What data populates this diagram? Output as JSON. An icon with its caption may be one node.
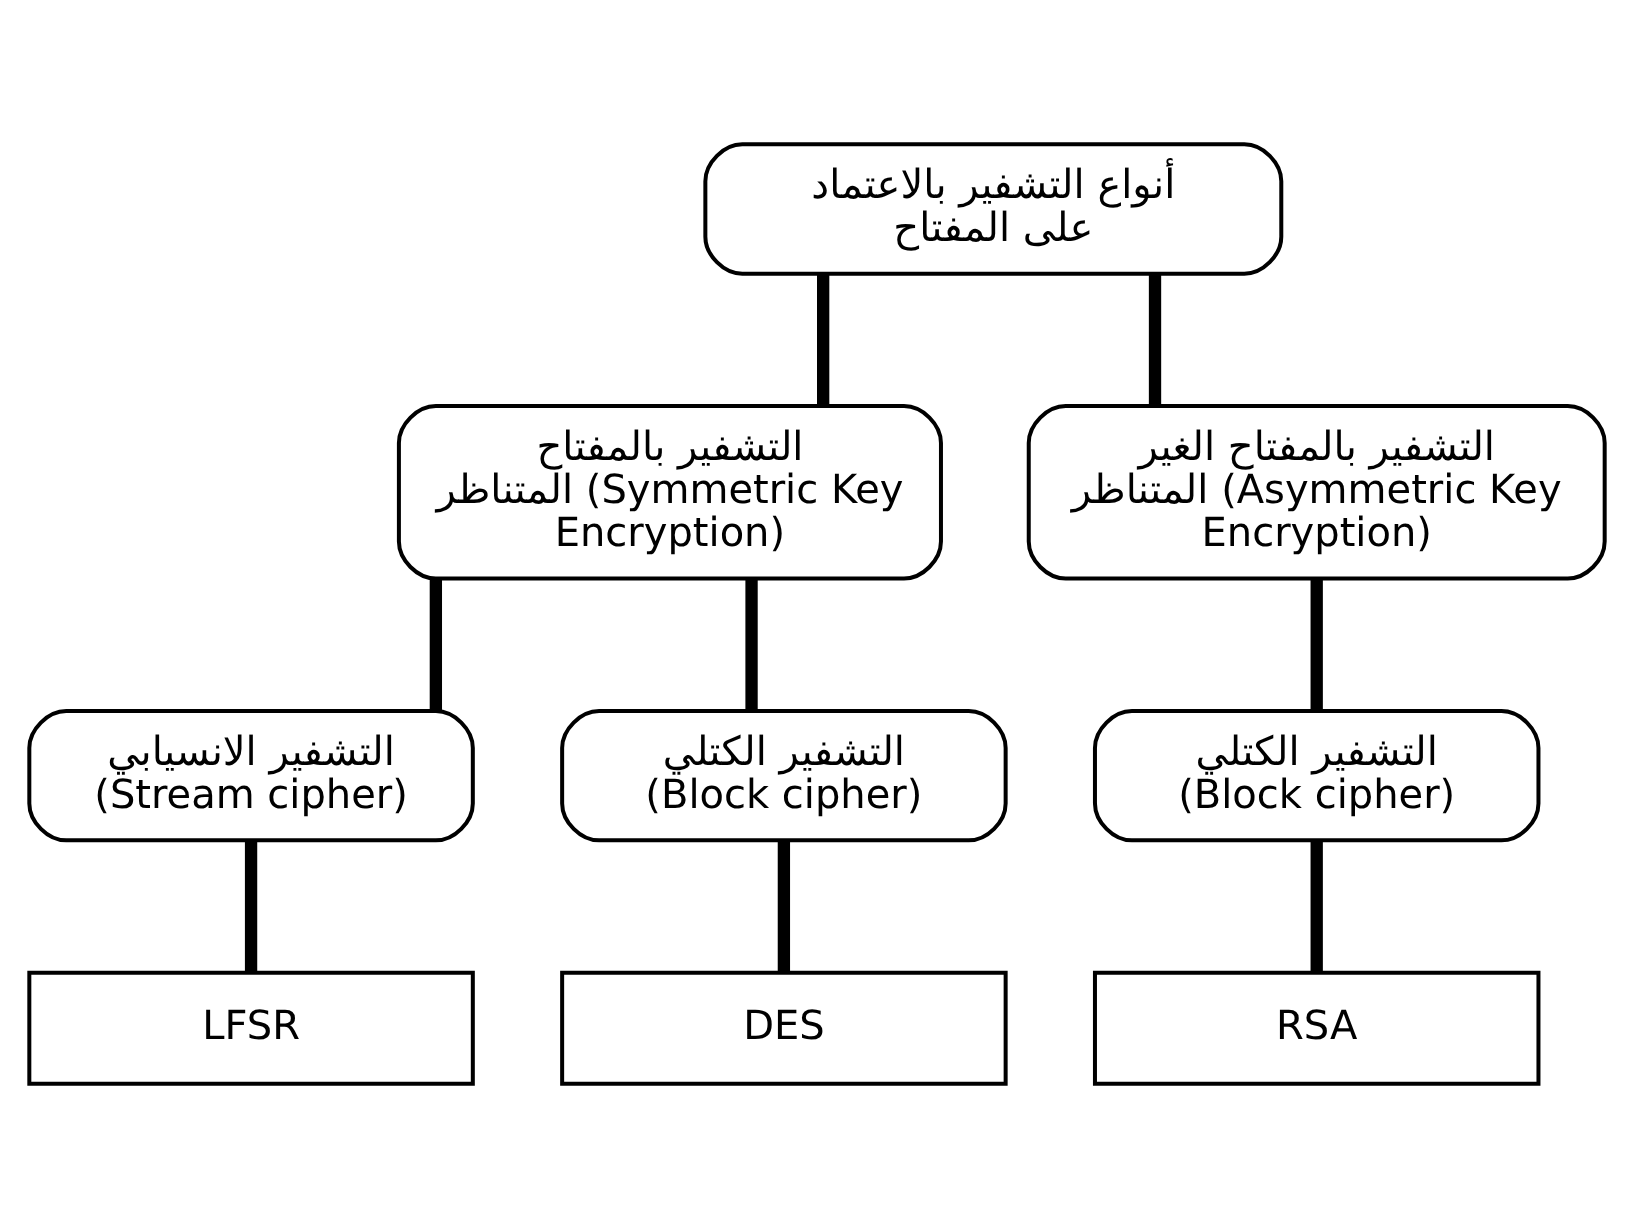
{
  "diagram": {
    "nodes": [
      {
        "text": [
          "أنواع التشفير بالاعتماد على المفتاح"
        ]
      },
      {
        "text": [
          "التشفير بالمفتاح المتناظر (Symmetric Key Encryption)"
        ]
      },
      {
        "text": [
          "التشفير بالمفتاح الغير المتناظر (Asymmetric Key Encryption)"
        ]
      },
      {
        "text": [
          "التشفير الانسيابي",
          "(Stream cipher)"
        ]
      },
      {
        "text": [
          "التشفير الكتلي",
          "(Block cipher)"
        ]
      },
      {
        "text": [
          "التشفير الكتلي",
          "(Block cipher)"
        ]
      },
      {
        "text": [
          "LFSR"
        ]
      },
      {
        "text": [
          "DES"
        ]
      },
      {
        "text": [
          "RSA"
        ]
      }
    ],
    "edges": [
      {
        "from": 0,
        "to": 1,
        "arrow": "none"
      },
      {
        "from": 0,
        "to": 2,
        "arrow": "none"
      },
      {
        "from": 1,
        "to": 3,
        "arrow": "none"
      },
      {
        "from": 1,
        "to": 4,
        "arrow": "none"
      },
      {
        "from": 2,
        "to": 5,
        "arrow": "none"
      },
      {
        "from": 3,
        "to": 6,
        "arrow": "none"
      },
      {
        "from": 4,
        "to": 7,
        "arrow": "none"
      },
      {
        "from": 5,
        "to": 8,
        "arrow": "none"
      }
    ]
  }
}
